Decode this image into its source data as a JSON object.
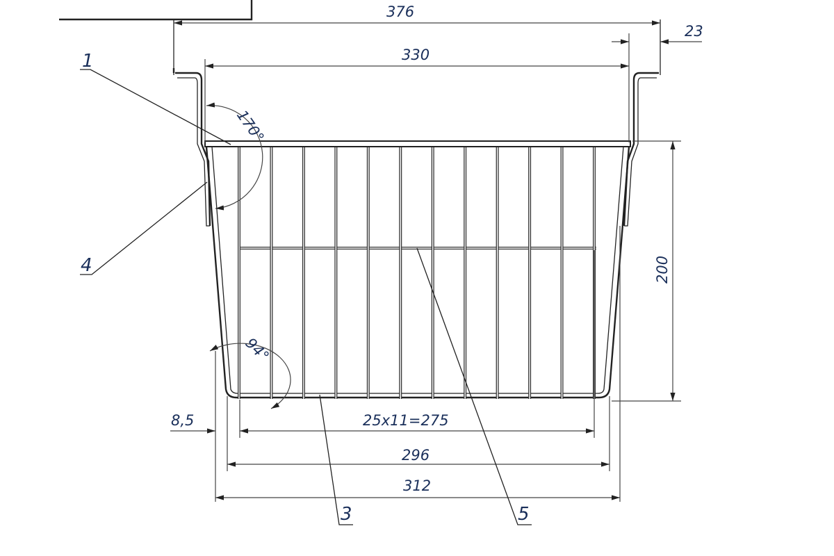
{
  "drawing": {
    "dimensions": {
      "overall_width": "376",
      "flange": "23",
      "inner_width": "330",
      "top_angle": "170°",
      "height": "200",
      "bottom_angle": "94°",
      "offset": "8,5",
      "wire_pitch": "25x11=275",
      "bottom_inner": "296",
      "bottom_outer": "312"
    },
    "callouts": [
      "1",
      "4",
      "3",
      "5"
    ],
    "wire_count": 12
  }
}
